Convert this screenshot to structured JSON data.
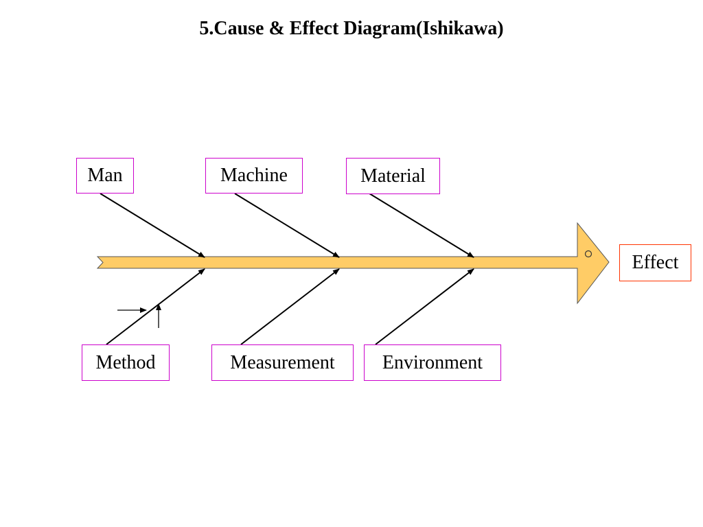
{
  "slide": {
    "title": "5.Cause & Effect Diagram(Ishikawa)"
  },
  "diagram": {
    "type": "fishbone",
    "effect_label": "Effect",
    "top_causes": [
      "Man",
      "Machine",
      "Material"
    ],
    "bottom_causes": [
      "Method",
      "Measurement",
      "Environment"
    ],
    "colors": {
      "spine_fill": "#FFCC66",
      "spine_stroke": "#555555",
      "cause_border": "#CC00CC",
      "effect_border": "#FF3300",
      "line": "#000000"
    }
  }
}
